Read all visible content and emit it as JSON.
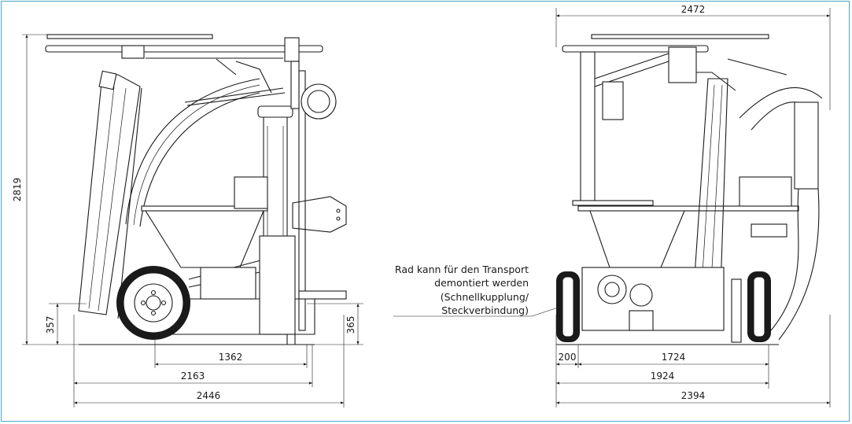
{
  "side_view": {
    "height_total": "2819",
    "left_low_height": "357",
    "right_low_height": "365",
    "dim_wheelbase": "1362",
    "dim_mid": "2163",
    "dim_overall": "2446"
  },
  "rear_view": {
    "width_top": "2472",
    "dim_offset": "200",
    "dim_track": "1724",
    "dim_mid": "1924",
    "dim_overall": "2394",
    "note_line1": "Rad kann für den Transport",
    "note_line2": "demontiert werden",
    "note_line3": "(Schnellkupplung/",
    "note_line4": "Steckverbindung)"
  },
  "colors": {
    "frame_border": "#4aa7c9",
    "line": "#1a1a1a"
  }
}
